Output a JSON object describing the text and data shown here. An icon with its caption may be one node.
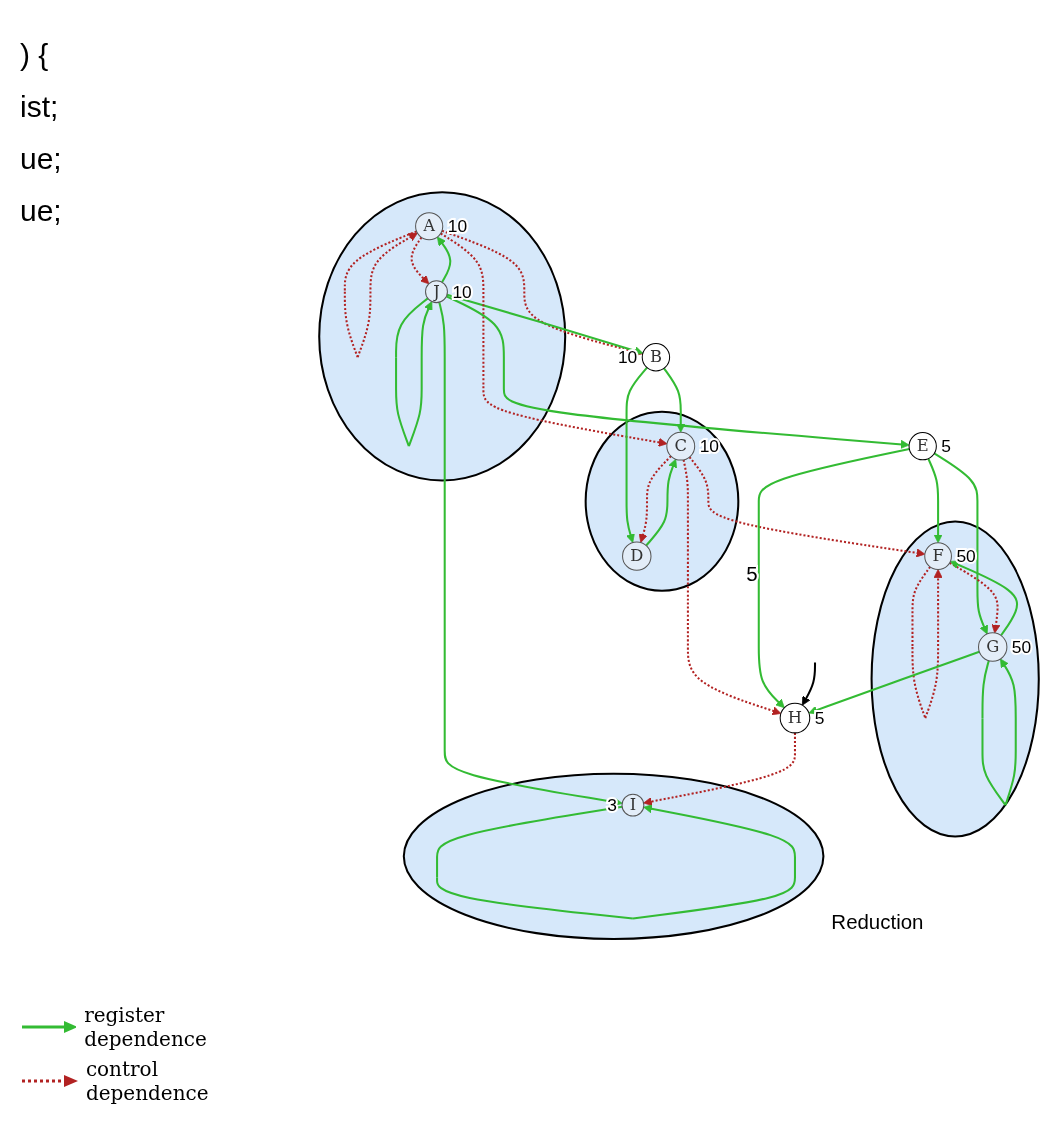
{
  "diagram": {
    "nodes": [
      {
        "text": [],
        "shape": "circle"
      },
      {
        "text": [
          "A"
        ],
        "in": 0,
        "beside": [
          "10"
        ]
      },
      {
        "text": [
          "J"
        ],
        "in": 0,
        "beside": [
          "10"
        ]
      },
      {
        "text": [
          "B"
        ],
        "beside": [
          "10"
        ]
      },
      {
        "text": [],
        "shape": "circle",
        "beside": [
          "5"
        ]
      },
      {
        "text": [
          "C"
        ],
        "in": 4,
        "beside": [
          "10"
        ]
      },
      {
        "text": [
          "D"
        ],
        "in": 4
      },
      {
        "text": [
          "E"
        ],
        "beside": [
          "5"
        ]
      },
      {
        "text": [],
        "shape": "circle"
      },
      {
        "text": [
          "F"
        ],
        "in": 8,
        "beside": [
          "50"
        ]
      },
      {
        "text": [
          "G"
        ],
        "in": 8,
        "beside": [
          "50"
        ]
      },
      {
        "text": [
          "H"
        ],
        "beside": [
          "5"
        ]
      },
      {
        "text": [],
        "shape": "circle",
        "beside": [
          "Reduction"
        ]
      },
      {
        "text": [
          "I"
        ],
        "in": 12,
        "beside": [
          "3"
        ]
      }
    ],
    "edges": [
      {
        "from": 1,
        "to": 1,
        "arrow": "to",
        "style": "dashed",
        "color": "#b22222"
      },
      {
        "from": 1,
        "to": 2,
        "arrow": "to",
        "style": "dashed",
        "color": "#b22222"
      },
      {
        "from": 2,
        "to": 1,
        "arrow": "to"
      },
      {
        "from": 2,
        "to": 2,
        "arrow": "to"
      },
      {
        "from": 1,
        "to": 3,
        "arrow": "to",
        "style": "dashed",
        "color": "#b22222"
      },
      {
        "from": 2,
        "to": 3,
        "arrow": "to"
      },
      {
        "from": 1,
        "to": 5,
        "arrow": "to",
        "style": "dashed",
        "color": "#b22222"
      },
      {
        "from": 3,
        "to": 5,
        "arrow": "to"
      },
      {
        "from": 3,
        "to": 6,
        "arrow": "to"
      },
      {
        "from": 5,
        "to": 6,
        "arrow": "to",
        "style": "dashed",
        "color": "#b22222"
      },
      {
        "from": 6,
        "to": 5,
        "arrow": "to"
      },
      {
        "from": 2,
        "to": 7,
        "arrow": "to"
      },
      {
        "from": 2,
        "to": 13,
        "arrow": "to"
      },
      {
        "from": 5,
        "to": 9,
        "arrow": "to",
        "style": "dashed",
        "color": "#b22222"
      },
      {
        "from": 5,
        "to": 11,
        "arrow": "to",
        "style": "dashed",
        "color": "#b22222"
      },
      {
        "from": 7,
        "to": 9,
        "arrow": "to"
      },
      {
        "from": 7,
        "to": 10,
        "arrow": "to"
      },
      {
        "from": 7,
        "to": 11,
        "arrow": "to"
      },
      {
        "from": 9,
        "to": 9,
        "arrow": "to",
        "style": "dashed",
        "color": "#b22222"
      },
      {
        "from": 9,
        "to": 10,
        "arrow": "to",
        "style": "dashed",
        "color": "#b22222"
      },
      {
        "from": 10,
        "to": 9,
        "arrow": "to"
      },
      {
        "from": 10,
        "to": 10,
        "arrow": "to"
      },
      {
        "from": 10,
        "to": 11,
        "arrow": "to"
      },
      {
        "from": 11,
        "to": 13,
        "arrow": "to",
        "style": "dashed",
        "color": "#b22222"
      },
      {
        "from": 13,
        "to": 13,
        "arrow": "to"
      },
      {
        "from": null,
        "to": 11,
        "arrow": "to",
        "color": "#000000"
      }
    ],
    "labels": [
      ") {",
      "ist;",
      "ue;",
      "ue;"
    ],
    "legend": [
      {
        "text": "register dependence"
      },
      {
        "text": "control dependence"
      }
    ]
  }
}
